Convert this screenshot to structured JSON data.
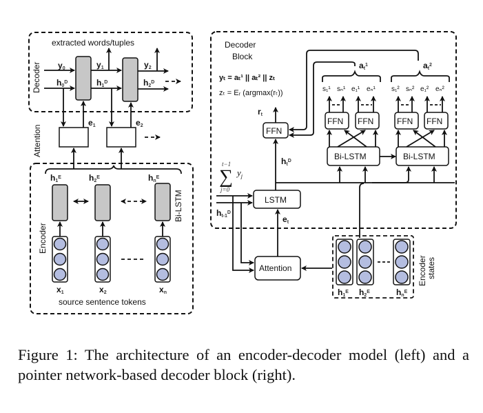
{
  "left_panel": {
    "decoder_section_label": "Decoder",
    "attention_section_label": "Attention",
    "encoder_section_label": "Encoder",
    "bilstm_label": "Bi-LSTM",
    "top_title": "extracted words/tuples",
    "bottom_title": "source sentence tokens",
    "decoder_inputs": {
      "y0": "y",
      "y0_sub": "0",
      "h0": "h",
      "h0_sub": "0",
      "h0_sup": "D"
    },
    "decoder_outputs": {
      "y1": "y",
      "y1_sub": "1",
      "h1": "h",
      "h1_sub": "1",
      "h1_sup": "D",
      "y2": "y",
      "y2_sub": "2",
      "h2": "h",
      "h2_sub": "2",
      "h2_sup": "D"
    },
    "context": {
      "e1": "e",
      "e1_sub": "1",
      "e2": "e",
      "e2_sub": "2"
    },
    "encoder_hidden": [
      {
        "label": "h",
        "sub": "1",
        "sup": "E"
      },
      {
        "label": "h",
        "sub": "2",
        "sup": "E"
      },
      {
        "label": "h",
        "sub": "n",
        "sup": "E"
      }
    ],
    "tokens": [
      {
        "label": "x",
        "sub": "1"
      },
      {
        "label": "x",
        "sub": "2"
      },
      {
        "label": "x",
        "sub": "n"
      }
    ]
  },
  "right_panel": {
    "title_line1": "Decoder",
    "title_line2": "Block",
    "equation1": "yₜ = aₜ¹ || aₜ² || zₜ",
    "equation2": "zₜ = Eᵣ (argmax(rₜ))",
    "ffn_label": "FFN",
    "rt_label": "r",
    "rt_sub": "t",
    "ht_label": "h",
    "ht_sub": "t",
    "ht_sup": "D",
    "lstm_label": "LSTM",
    "sum_symbol": "∑",
    "sum_top": "t−1",
    "sum_bottom": "j=0",
    "sum_term": "y",
    "sum_term_sub": "j",
    "hprev_label": "h",
    "hprev_sub": "t-1",
    "hprev_sup": "D",
    "et_label": "e",
    "et_sub": "t",
    "attention_label": "Attention",
    "encoder_states_label_1": "Encoder",
    "encoder_states_label_2": "states",
    "encoder_states": [
      {
        "label": "h",
        "sub": "1",
        "sup": "E"
      },
      {
        "label": "h",
        "sub": "2",
        "sup": "E"
      },
      {
        "label": "h",
        "sub": "n",
        "sup": "E"
      }
    ],
    "pointer_groups": [
      {
        "a_label": "a",
        "a_sub": "t",
        "a_sup": "1",
        "bilstm_label": "Bi-LSTM",
        "ffn_labels": [
          "FFN",
          "FFN"
        ],
        "outputs": [
          "s₁¹",
          "sₙ¹",
          "e₁¹",
          "eₙ¹"
        ]
      },
      {
        "a_label": "a",
        "a_sub": "t",
        "a_sup": "2",
        "bilstm_label": "Bi-LSTM",
        "ffn_labels": [
          "FFN",
          "FFN"
        ],
        "outputs": [
          "s₁²",
          "sₙ²",
          "e₁²",
          "eₙ²"
        ]
      }
    ]
  },
  "caption": "Figure 1: The architecture of an encoder-decoder model (left) and a pointer network-based decoder block (right)."
}
